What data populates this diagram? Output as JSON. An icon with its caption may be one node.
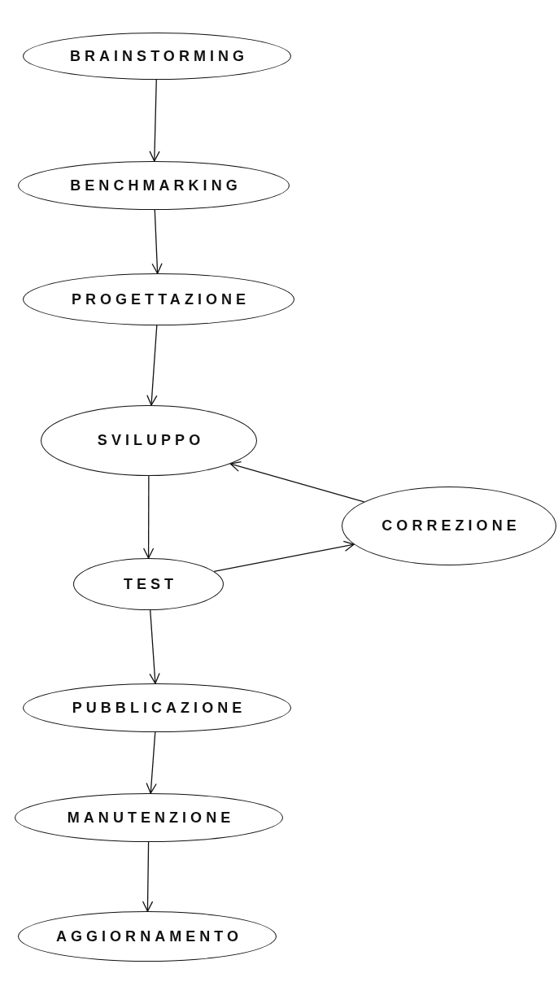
{
  "diagram": {
    "nodes": [
      {
        "text": [
          "BRAINSTORMING"
        ]
      },
      {
        "text": [
          "BENCHMARKING"
        ]
      },
      {
        "text": [
          "PROGETTAZIONE"
        ]
      },
      {
        "text": [
          "SVILUPPO"
        ]
      },
      {
        "text": [
          "TEST"
        ]
      },
      {
        "text": [
          "CORREZIONE"
        ]
      },
      {
        "text": [
          "PUBBLICAZIONE"
        ]
      },
      {
        "text": [
          "MANUTENZIONE"
        ]
      },
      {
        "text": [
          "AGGIORNAMENTO"
        ]
      }
    ],
    "edges": [
      {
        "from": 0,
        "to": 1,
        "arrow": "to"
      },
      {
        "from": 1,
        "to": 2,
        "arrow": "to"
      },
      {
        "from": 2,
        "to": 3,
        "arrow": "to"
      },
      {
        "from": 3,
        "to": 4,
        "arrow": "to"
      },
      {
        "from": 4,
        "to": 5,
        "arrow": "to"
      },
      {
        "from": 5,
        "to": 3,
        "arrow": "to"
      },
      {
        "from": 4,
        "to": 6,
        "arrow": "to"
      },
      {
        "from": 6,
        "to": 7,
        "arrow": "to"
      },
      {
        "from": 7,
        "to": 8,
        "arrow": "to"
      }
    ]
  }
}
